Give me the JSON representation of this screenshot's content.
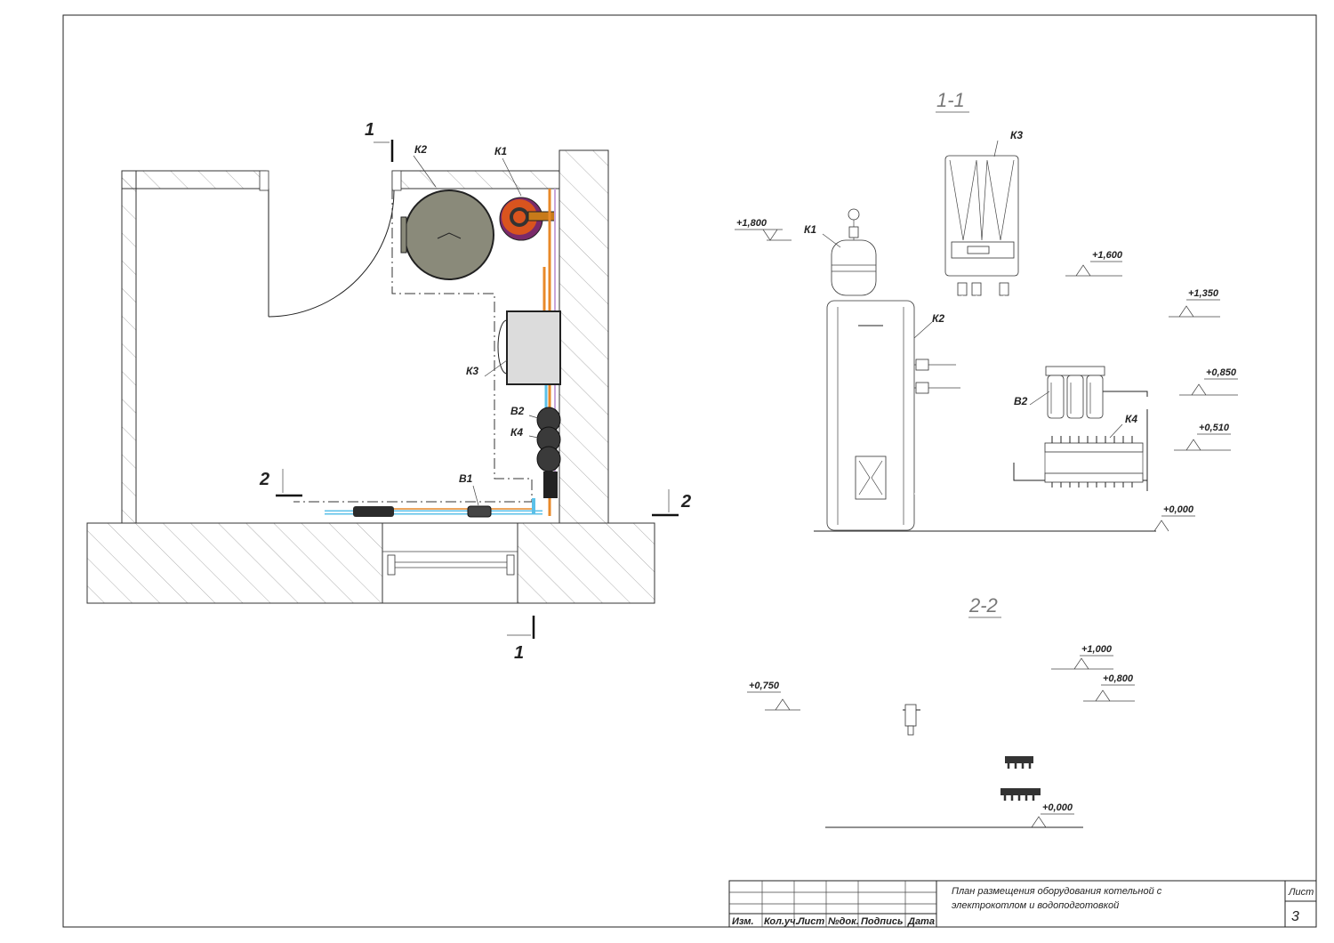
{
  "plan": {
    "cut_marks": [
      {
        "id": "cut-1-top",
        "text": "1"
      },
      {
        "id": "cut-1-bottom",
        "text": "1"
      },
      {
        "id": "cut-2-left",
        "text": "2"
      },
      {
        "id": "cut-2-right",
        "text": "2"
      }
    ],
    "labels": {
      "k2": "К2",
      "k1": "К1",
      "k3": "К3",
      "b2": "В2",
      "k4": "К4",
      "b1": "В1"
    }
  },
  "section_1_1": {
    "title": "1-1",
    "labels": {
      "k3": "К3",
      "k1": "К1",
      "k2": "К2",
      "b2": "В2",
      "k4": "К4"
    },
    "levels": {
      "l1800": "+1,800",
      "l1600": "+1,600",
      "l1350": "+1,350",
      "l0850": "+0,850",
      "l0510": "+0,510",
      "l0000": "+0,000"
    }
  },
  "section_2_2": {
    "title": "2-2",
    "levels": {
      "l1000": "+1,000",
      "l0800": "+0,800",
      "l0750": "+0,750",
      "l0000": "+0,000"
    }
  },
  "title_block": {
    "columns": [
      "Изм.",
      "Кол.уч.",
      "Лист",
      "№док.",
      "Подпись",
      "Дата"
    ],
    "title_line1": "План размещения оборудования котельной с",
    "title_line2": "электрокотлом и водоподготовкой",
    "sheet_label": "Лист",
    "sheet_number": "3"
  },
  "colors": {
    "hot_pipe": "#e8892a",
    "cold_pipe": "#5bc0e8",
    "boiler_fill": "#8a8a7a",
    "tank_red": "#d9541e",
    "tank_purple": "#7a2a6a"
  }
}
